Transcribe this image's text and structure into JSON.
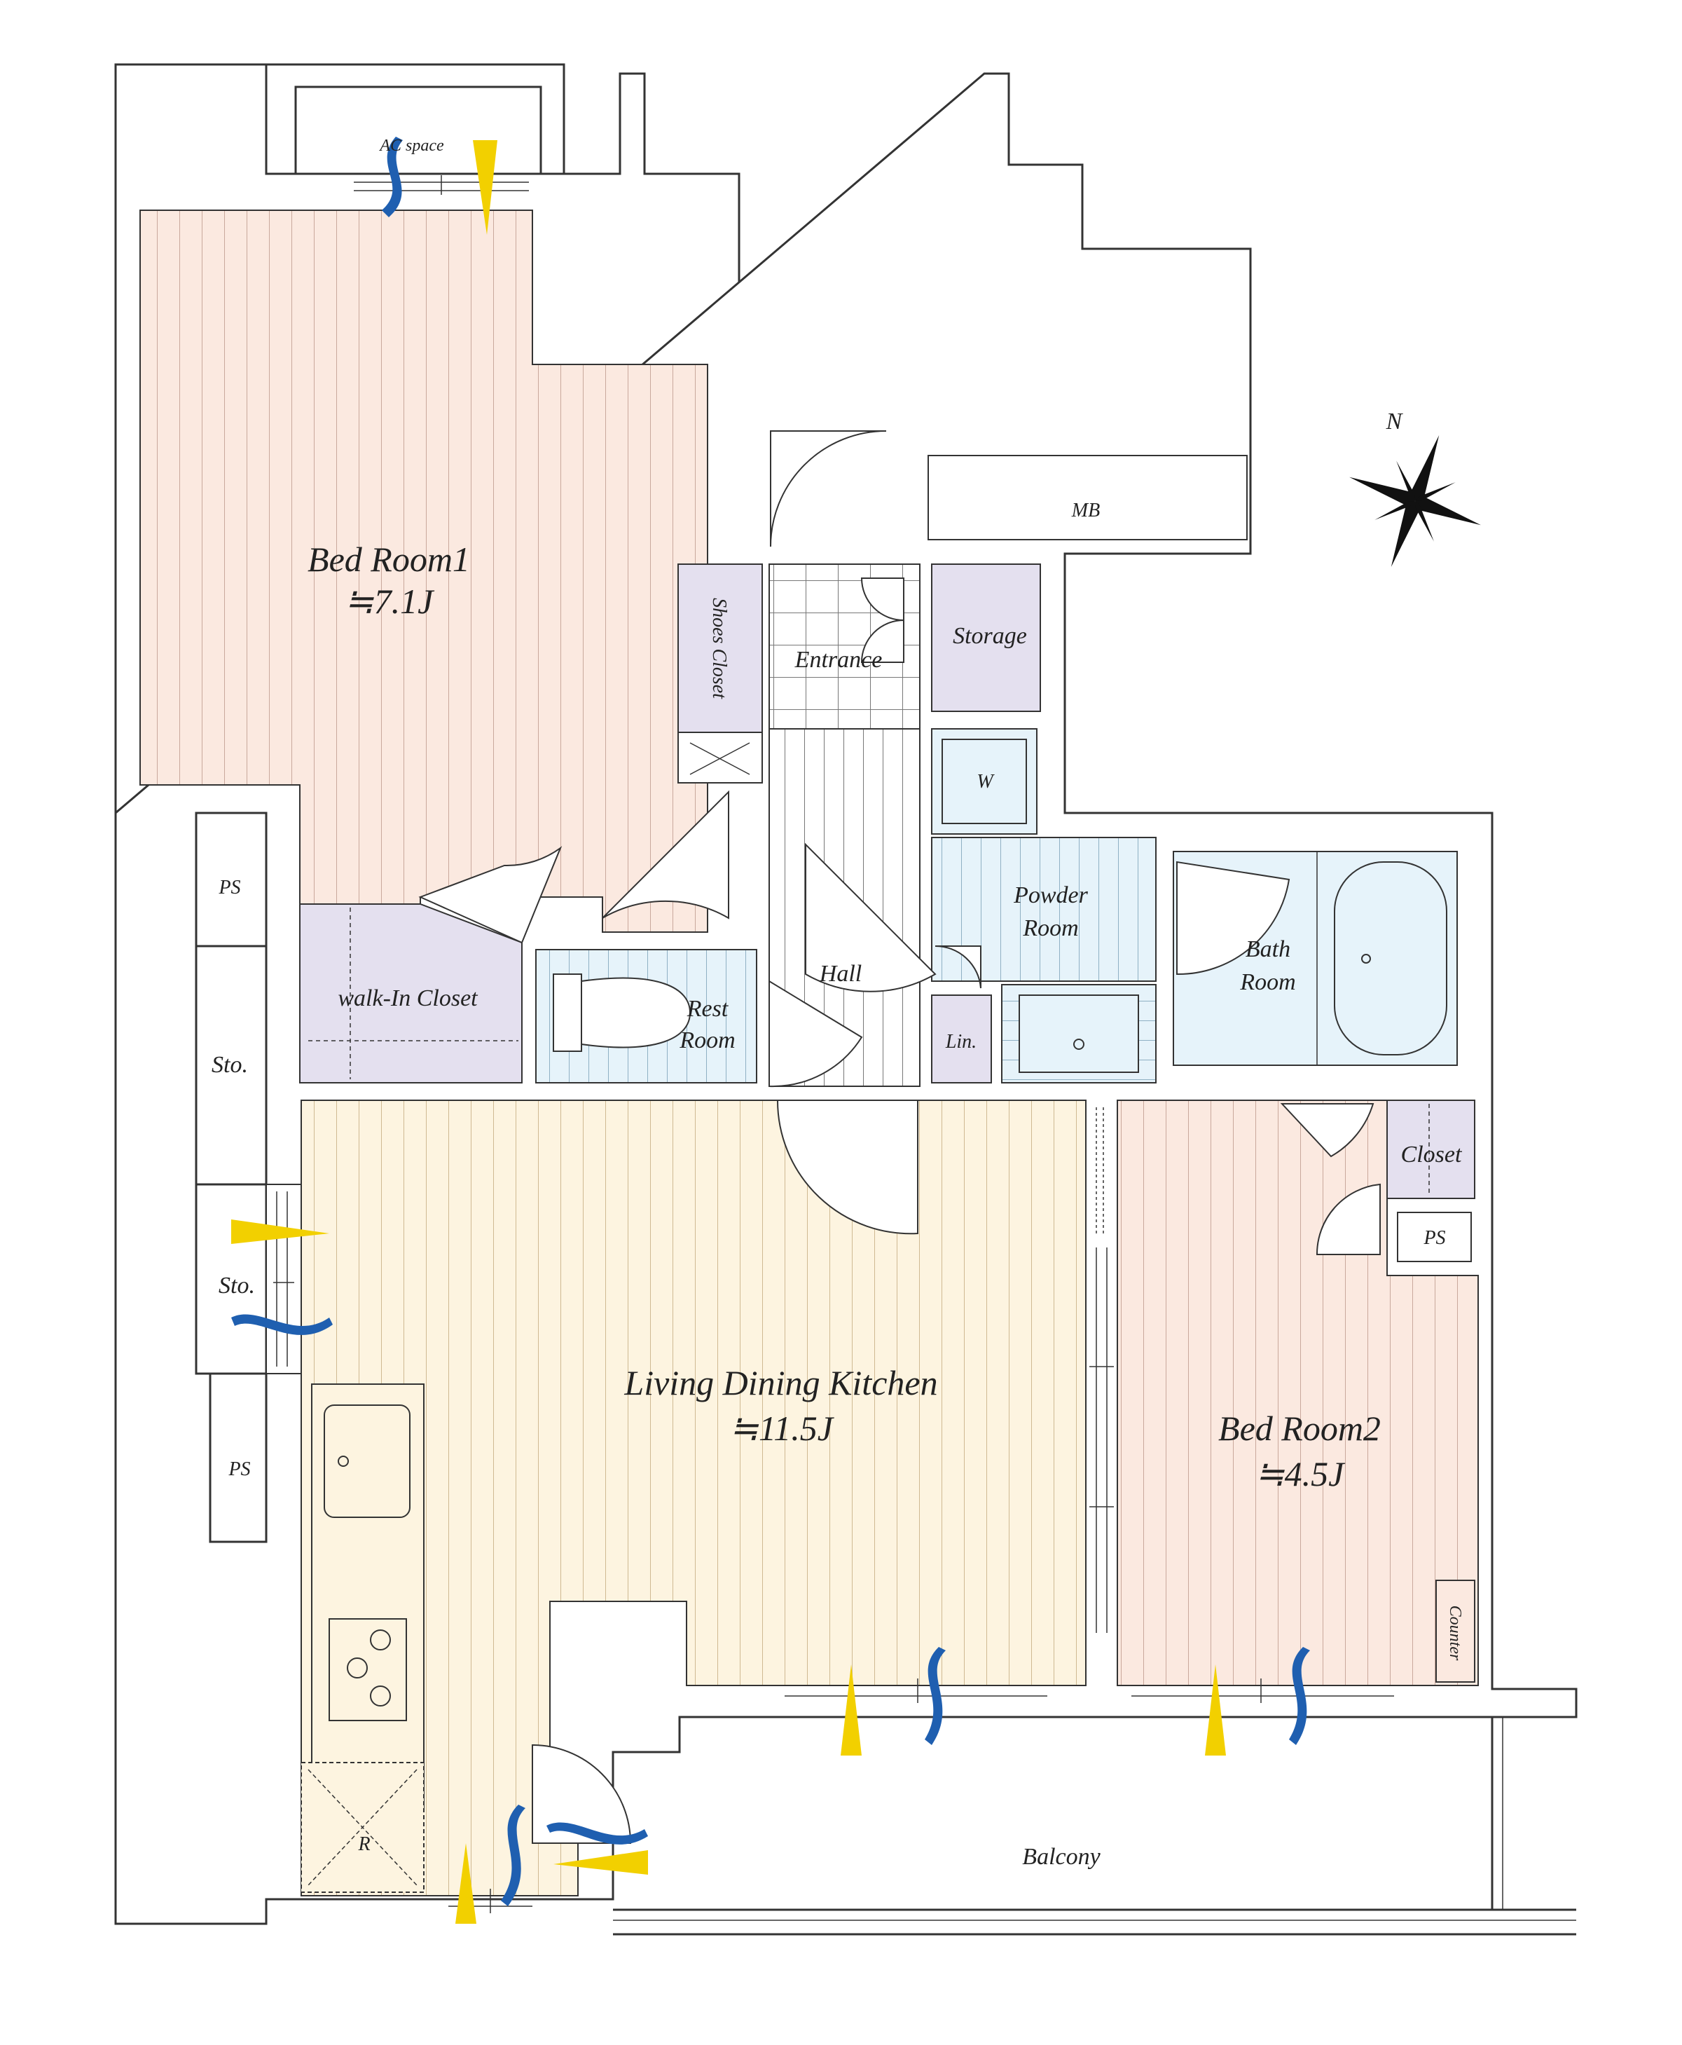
{
  "rooms": {
    "bedroom1": {
      "name": "Bed Room1",
      "size": "≒7.1J"
    },
    "ldk": {
      "name": "Living Dining Kitchen",
      "size": "≒11.5J"
    },
    "bedroom2": {
      "name": "Bed Room2",
      "size": "≒4.5J"
    },
    "walk_in_closet": "walk-In Closet",
    "shoes_closet": "Shoes Closet",
    "entrance": "Entrance",
    "storage": "Storage",
    "mb": "MB",
    "ac_space": "AC space",
    "washer": "W",
    "powder_room": [
      "Powder",
      "Room"
    ],
    "bath_room": [
      "Bath",
      "Room"
    ],
    "rest_room": [
      "Rest",
      "Room"
    ],
    "hall": "Hall",
    "linen": "Lin.",
    "closet": "Closet",
    "ps_1": "PS",
    "ps_2": "PS",
    "ps_3": "PS",
    "sto_1": "Sto.",
    "sto_2": "Sto.",
    "counter": "Counter",
    "refrigerator": "R",
    "balcony": "Balcony"
  },
  "compass": {
    "north": "N"
  },
  "colors": {
    "bedroom": "#fbe9e0",
    "ldk": "#fdf4e0",
    "wet_area": "#e6f3fa",
    "closet": "#e4e0ef",
    "wall_line": "#333333",
    "airflow_blue": "#1f5fb0",
    "sunlight_yellow": "#f2d000"
  }
}
